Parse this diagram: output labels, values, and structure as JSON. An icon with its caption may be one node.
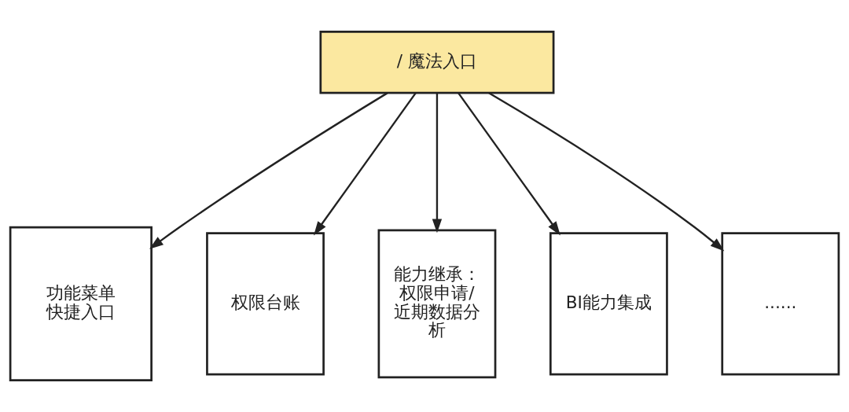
{
  "diagram": {
    "nodes": [
      {
        "text": [
          "/ 魔法入口"
        ]
      },
      {
        "text": [
          "功能菜单快捷入口"
        ]
      },
      {
        "text": [
          "权限台账"
        ]
      },
      {
        "text": [
          "能力继承：权限申请/近期数据分析"
        ]
      },
      {
        "text": [
          "BI能力集成"
        ]
      },
      {
        "text": [
          "......"
        ]
      }
    ],
    "edges": [
      {
        "from": 0,
        "to": 1,
        "arrow": "to"
      },
      {
        "from": 0,
        "to": 2,
        "arrow": "to"
      },
      {
        "from": 0,
        "to": 3,
        "arrow": "to"
      },
      {
        "from": 0,
        "to": 4,
        "arrow": "to"
      },
      {
        "from": 0,
        "to": 5,
        "arrow": "to"
      }
    ]
  }
}
